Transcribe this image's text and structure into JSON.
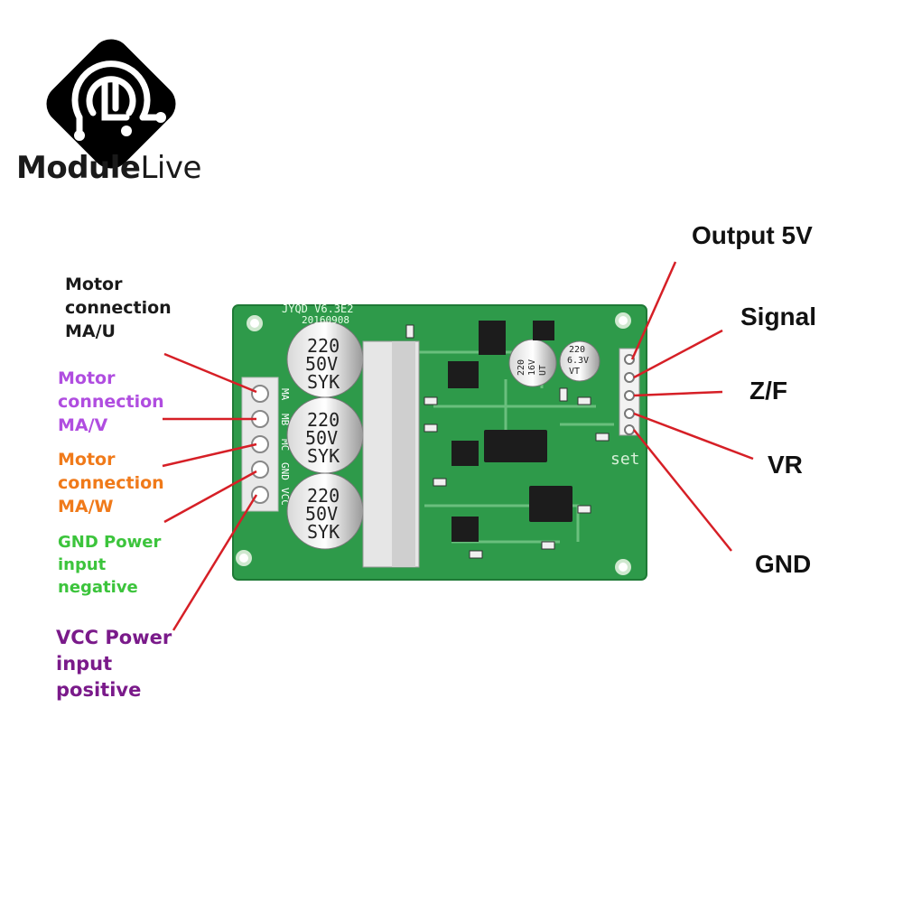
{
  "brand": {
    "name_bold": "Module",
    "name_light": "Live"
  },
  "board": {
    "silkscreen_top": "JYQD V6.3E2",
    "silkscreen_date": "20160908",
    "cap_big_value": "220",
    "cap_big_voltage": "50V",
    "cap_big_brand": "SYK",
    "cap_small1": [
      "220",
      "16V",
      "UT"
    ],
    "cap_small2": [
      "220",
      "6.3V",
      "VT"
    ],
    "pin_labels_left": [
      "MA",
      "MB",
      "MC",
      "GND",
      "VCC"
    ],
    "set_label": "set"
  },
  "labels_left": [
    {
      "lines": [
        "Motor",
        "connection",
        "MA/U"
      ],
      "color": "#1a1a1a"
    },
    {
      "lines": [
        "Motor",
        "connection",
        "MA/V"
      ],
      "color": "#b04de0"
    },
    {
      "lines": [
        "Motor",
        "connection",
        "MA/W"
      ],
      "color": "#f07a1a"
    },
    {
      "lines": [
        "GND Power",
        "input",
        "negative"
      ],
      "color": "#3cc43c"
    },
    {
      "lines": [
        "VCC Power",
        "input",
        "positive"
      ],
      "color": "#7a1a8a"
    }
  ],
  "labels_right": [
    "Output 5V",
    "Signal",
    "Z/F",
    "VR",
    "GND"
  ],
  "colors": {
    "pcb": "#2e9a4a",
    "line": "#d61f26"
  }
}
